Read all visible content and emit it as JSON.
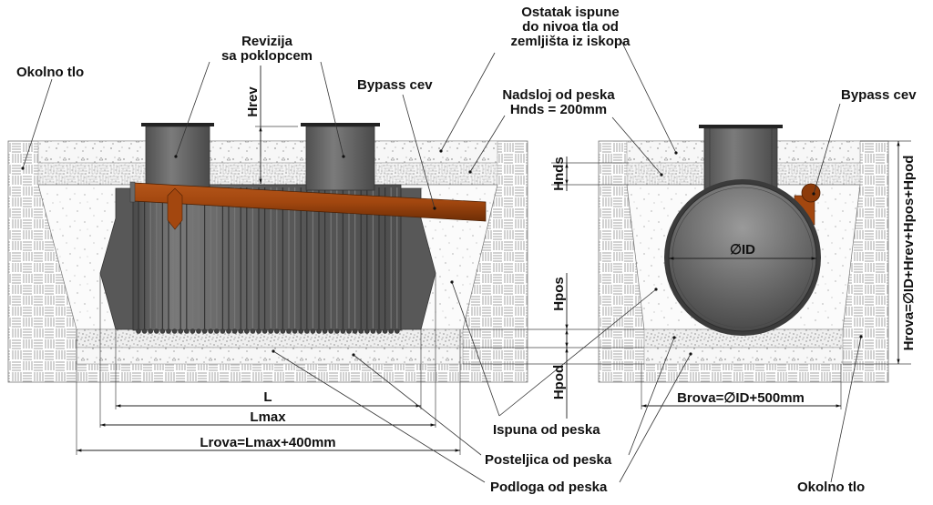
{
  "labels": {
    "okolno_tlo_left": "Okolno tlo",
    "revizija_line1": "Revizija",
    "revizija_line2": "sa poklopcem",
    "bypass_left": "Bypass cev",
    "ostatak_line1": "Ostatak ispune",
    "ostatak_line2": "do nivoa tla od",
    "ostatak_line3": "zemljišta iz iskopa",
    "nadsloj_line1": "Nadsloj od peska",
    "nadsloj_line2": "Hnds = 200mm",
    "bypass_right": "Bypass cev",
    "ispuna": "Ispuna od peska",
    "posteljica": "Posteljica od peska",
    "podloga": "Podloga od peska",
    "okolno_tlo_right": "Okolno tlo"
  },
  "dimensions": {
    "hrev": "Hrev",
    "hnds": "Hnds",
    "hpos": "Hpos",
    "hpod": "Hpod",
    "l": "L",
    "lmax": "Lmax",
    "lrova": "Lrova=Lmax+400mm",
    "brova": "Brova=∅ID+500mm",
    "id": "∅ID",
    "hrova": "Hrova=∅ID+Hrev+Hpos+Hpod"
  },
  "colors": {
    "tank": "#5e5e5e",
    "tank_light": "#8a8a8a",
    "pipe": "#a0460e",
    "pipe_light": "#c7641f",
    "soil_line": "#9a9a9a"
  }
}
